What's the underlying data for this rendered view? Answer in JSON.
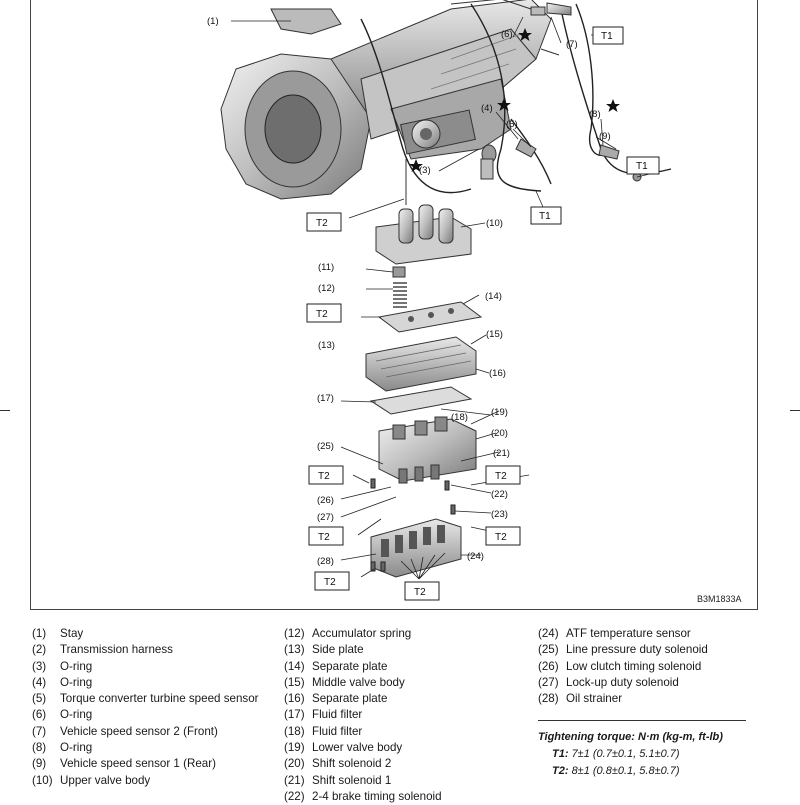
{
  "figure": {
    "id": "B3M1833A",
    "callouts": [
      "(1)",
      "(3)",
      "(4)",
      "(5)",
      "(6)",
      "(7)",
      "(8)",
      "(9)",
      "(10)",
      "(11)",
      "(12)",
      "(13)",
      "(14)",
      "(15)",
      "(16)",
      "(17)",
      "(18)",
      "(19)",
      "(20)",
      "(21)",
      "(22)",
      "(23)",
      "(24)",
      "(25)",
      "(26)",
      "(27)",
      "(28)"
    ],
    "torque_tags": [
      "T1",
      "T1",
      "T1",
      "T2",
      "T2",
      "T2",
      "T2",
      "T2",
      "T2",
      "T2"
    ]
  },
  "legend": {
    "col1": [
      {
        "num": "(1)",
        "text": "Stay"
      },
      {
        "num": "(2)",
        "text": "Transmission harness"
      },
      {
        "num": "(3)",
        "text": "O-ring"
      },
      {
        "num": "(4)",
        "text": "O-ring"
      },
      {
        "num": "(5)",
        "text": "Torque converter turbine speed sensor"
      },
      {
        "num": "(6)",
        "text": "O-ring"
      },
      {
        "num": "(7)",
        "text": "Vehicle speed sensor 2 (Front)"
      },
      {
        "num": "(8)",
        "text": "O-ring"
      },
      {
        "num": "(9)",
        "text": "Vehicle speed sensor 1 (Rear)"
      },
      {
        "num": "(10)",
        "text": "Upper valve body"
      }
    ],
    "col2": [
      {
        "num": "(12)",
        "text": "Accumulator spring"
      },
      {
        "num": "(13)",
        "text": "Side plate"
      },
      {
        "num": "(14)",
        "text": "Separate plate"
      },
      {
        "num": "(15)",
        "text": "Middle valve body"
      },
      {
        "num": "(16)",
        "text": "Separate plate"
      },
      {
        "num": "(17)",
        "text": "Fluid filter"
      },
      {
        "num": "(18)",
        "text": "Fluid filter"
      },
      {
        "num": "(19)",
        "text": "Lower valve body"
      },
      {
        "num": "(20)",
        "text": "Shift solenoid 2"
      },
      {
        "num": "(21)",
        "text": "Shift solenoid 1"
      },
      {
        "num": "(22)",
        "text": "2-4 brake timing solenoid"
      }
    ],
    "col3": [
      {
        "num": "(24)",
        "text": "ATF temperature sensor"
      },
      {
        "num": "(25)",
        "text": "Line pressure duty solenoid"
      },
      {
        "num": "(26)",
        "text": "Low clutch timing solenoid"
      },
      {
        "num": "(27)",
        "text": "Lock-up duty solenoid"
      },
      {
        "num": "(28)",
        "text": "Oil strainer"
      }
    ]
  },
  "torque": {
    "heading": "Tightening torque: N·m (kg-m, ft-lb)",
    "items": [
      {
        "key": "T1:",
        "value": "7±1 (0.7±0.1, 5.1±0.7)"
      },
      {
        "key": "T2:",
        "value": "8±1 (0.8±0.1, 5.8±0.7)"
      }
    ]
  },
  "colors": {
    "ink": "#1a1a1a",
    "part_fill": "#d9d9d9",
    "part_dark": "#8c8c8c"
  }
}
